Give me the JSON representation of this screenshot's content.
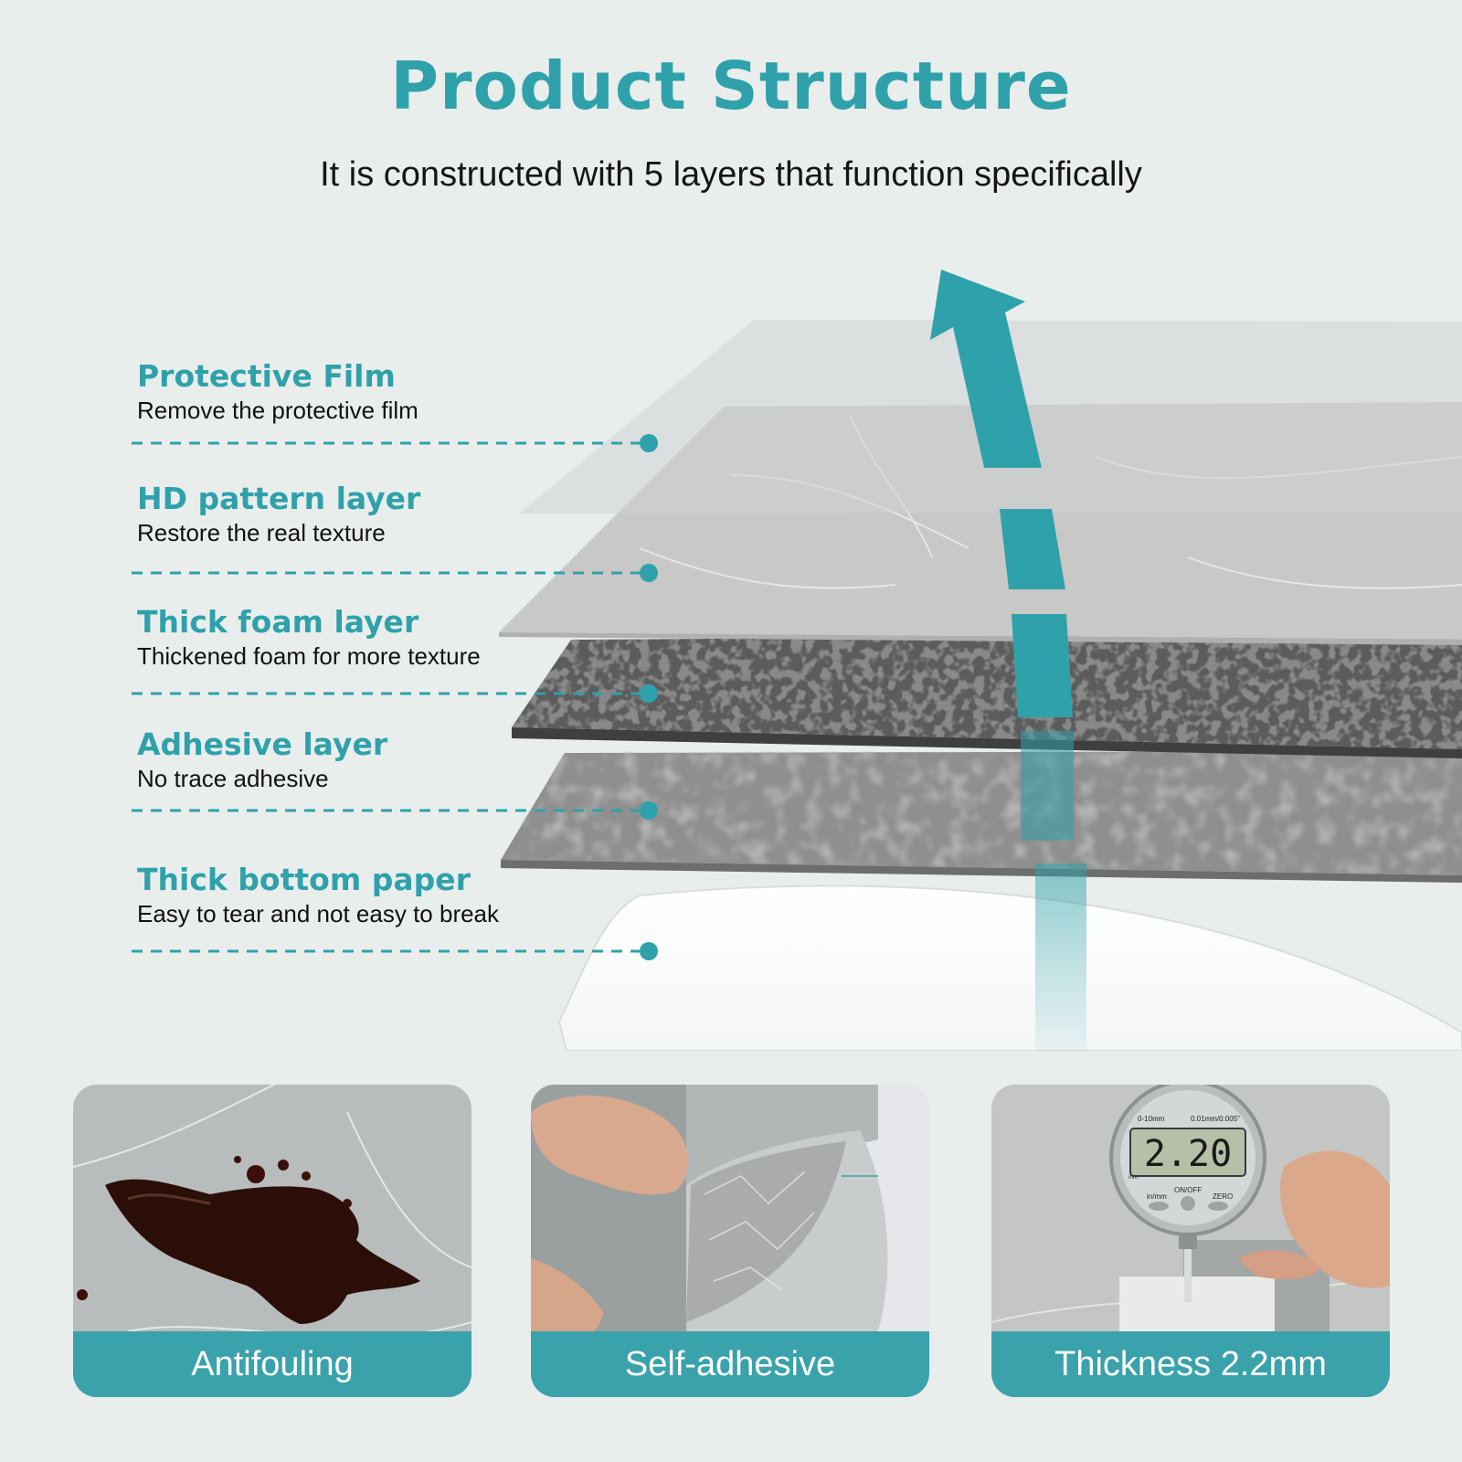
{
  "header": {
    "title": "Product Structure",
    "subtitle": "It is constructed with 5 layers that function specifically"
  },
  "layers": [
    {
      "name": "Protective Film",
      "description": "Remove the protective film"
    },
    {
      "name": "HD pattern layer",
      "description": "Restore the real texture"
    },
    {
      "name": "Thick foam layer",
      "description": "Thickened foam for more texture"
    },
    {
      "name": "Adhesive layer",
      "description": "No trace adhesive"
    },
    {
      "name": "Thick bottom paper",
      "description": "Easy to tear and not easy to break"
    }
  ],
  "features": [
    {
      "label": "Antifouling",
      "image": "coffee-spill-on-marble-photo"
    },
    {
      "label": "Self-adhesive",
      "image": "peeling-backing-photo"
    },
    {
      "label": "Thickness 2.2mm",
      "image": "thickness-gauge-photo"
    }
  ],
  "gauge": {
    "display": "2.20",
    "top_left": "0-10mm",
    "top_right": "0.01mm/0.005\"",
    "unit": "mm",
    "buttons": [
      "in/mm",
      "ON/OFF",
      "ZERO"
    ]
  },
  "colors": {
    "accent": "#2fa1aa",
    "label_bar": "#3aa2aa",
    "background": "#e9eeed",
    "text": "#111111"
  },
  "icons": {
    "arrow": "up-arrow-icon",
    "connector": "dot-icon"
  }
}
